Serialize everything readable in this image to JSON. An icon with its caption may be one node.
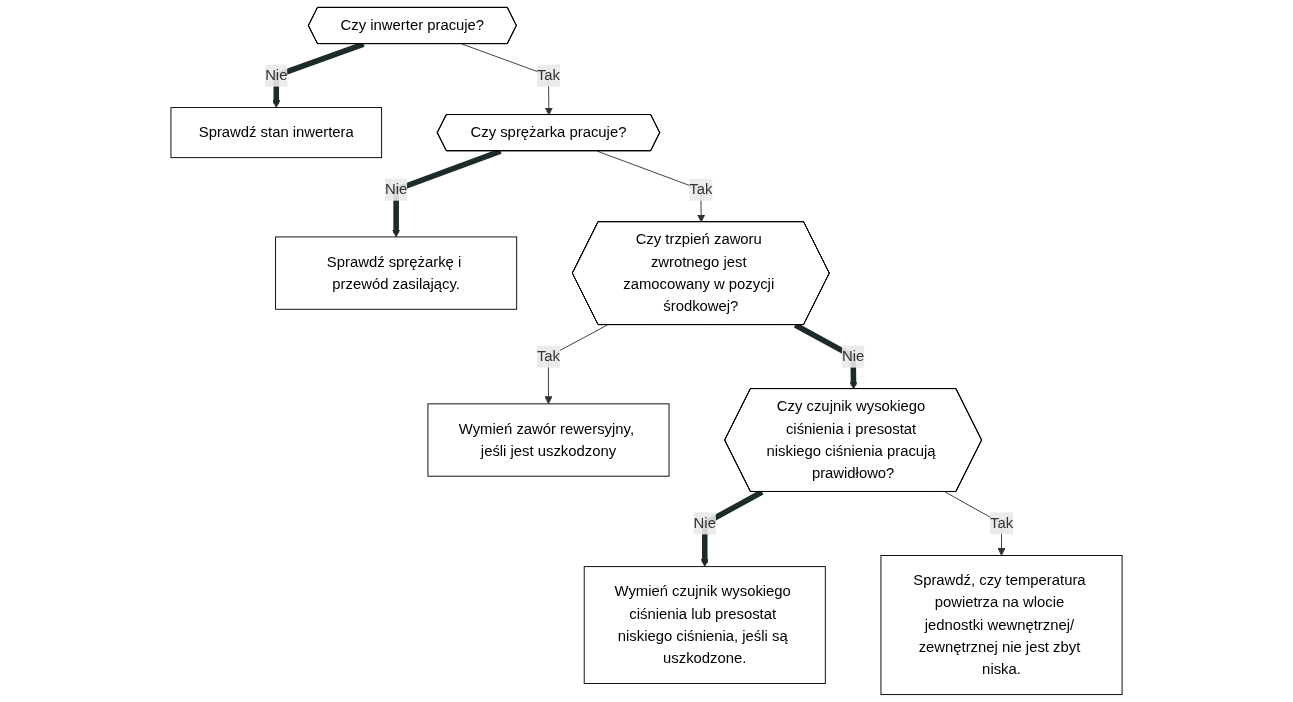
{
  "diagram": {
    "nodes": [
      {
        "text": [
          "Czy inwerter pracuje?"
        ]
      },
      {
        "text": [
          "Sprawdź stan inwertera"
        ]
      },
      {
        "text": [
          "Czy sprężarka pracuje?"
        ]
      },
      {
        "text": [
          "Sprawdź sprężarkę i przewód zasilający."
        ]
      },
      {
        "text": [
          "Czy trzpień zaworu zwrotnego jest zamocowany w pozycji środkowej?"
        ]
      },
      {
        "text": [
          "Wymień zawór rewersyjny, jeśli jest uszkodzony"
        ]
      },
      {
        "text": [
          "Czy czujnik wysokiego ciśnienia i presostat niskiego ciśnienia pracują prawidłowo?"
        ]
      },
      {
        "text": [
          "Wymień czujnik wysokiego ciśnienia lub presostat niskiego ciśnienia, jeśli są uszkodzone."
        ]
      },
      {
        "text": [
          "Sprawdź, czy temperatura powietrza na wlocie jednostki wewnętrznej/ zewnętrznej nie jest zbyt niska."
        ]
      }
    ],
    "edges": [
      {
        "from": 0,
        "to": 1,
        "arrow": "to",
        "label": "Nie",
        "style": "thick",
        "color": "#1e2b2b"
      },
      {
        "from": 0,
        "to": 2,
        "arrow": "to",
        "label": "Tak"
      },
      {
        "from": 2,
        "to": 3,
        "arrow": "to",
        "label": "Nie",
        "style": "thick",
        "color": "#1e2b2b"
      },
      {
        "from": 2,
        "to": 4,
        "arrow": "to",
        "label": "Tak"
      },
      {
        "from": 4,
        "to": 5,
        "arrow": "to",
        "label": "Tak"
      },
      {
        "from": 4,
        "to": 6,
        "arrow": "to",
        "label": "Nie",
        "style": "thick",
        "color": "#1e2b2b"
      },
      {
        "from": 6,
        "to": 7,
        "arrow": "to",
        "label": "Nie",
        "style": "thick",
        "color": "#1e2b2b"
      },
      {
        "from": 6,
        "to": 8,
        "arrow": "to",
        "label": "Tak"
      }
    ]
  }
}
